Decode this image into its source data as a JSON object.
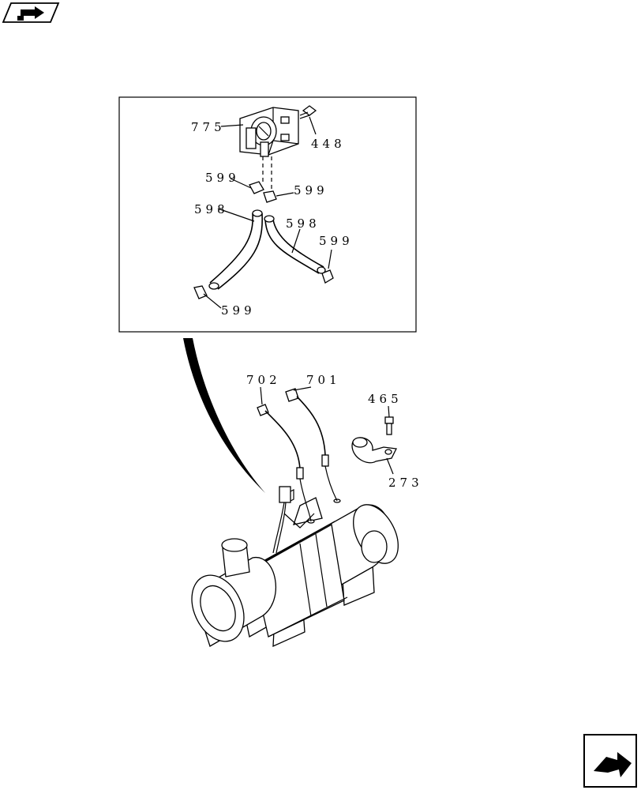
{
  "icons": {
    "top_left": "previous-page-arrow-icon",
    "bottom_right": "next-page-arrow-icon"
  },
  "callouts": {
    "c775": "775",
    "c448": "448",
    "c599a": "599",
    "c599b": "599",
    "c598a": "598",
    "c598b": "598",
    "c599c": "599",
    "c599d": "599",
    "c702": "702",
    "c701": "701",
    "c465": "465",
    "c273": "273"
  }
}
